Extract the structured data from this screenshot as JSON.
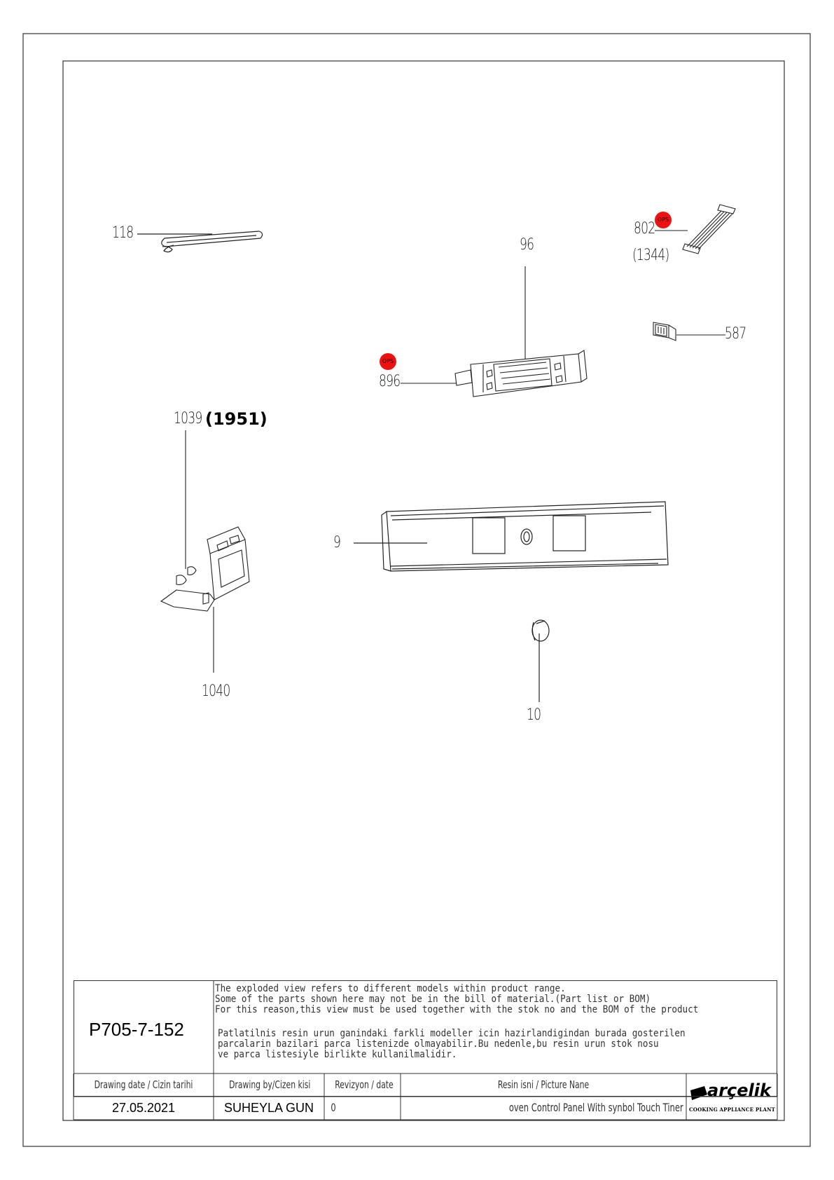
{
  "callouts": {
    "c118": "118",
    "c802": "802",
    "c1344": "(1344)",
    "c96": "96",
    "c587": "587",
    "c896": "896",
    "c1039": "1039",
    "c1951": "(1951)",
    "c9": "9",
    "c1040": "1040",
    "c10": "10"
  },
  "ops_badge": "OPS",
  "title_block": {
    "doc_number": "P705-7-152",
    "notes_en": [
      "The exploded view refers to different models within product range.",
      "Some of the parts shown here may not be in the bill of material.(Part list or BOM)",
      "For this reason,this view must be used together with the stok no and the BOM of the product"
    ],
    "notes_tr": [
      "Patlatilnis resin urun ganindaki farkli modeller icin hazirlandigindan burada gosterilen",
      "parcalarin bazilari parca listenizde olmayabilir.Bu nedenle,bu resin urun stok nosu",
      "ve parca listesiyle birlikte kullanilmalidir."
    ],
    "headers": {
      "drawing_date": "Drawing date / Cizin tarihi",
      "drawing_by": "Drawing by/Cizen kisi",
      "revision": "Revizyon / date",
      "picture_name": "Resin isni / Picture Nane"
    },
    "values": {
      "drawing_date": "27.05.2021",
      "drawing_by": "SUHEYLA GUN",
      "revision": "0",
      "picture_name": "oven Control Panel With synbol Touch Tiner"
    },
    "logo": {
      "brand": "arçelik",
      "subtitle": "COOKING APPLIANCE PLANT"
    }
  },
  "colors": {
    "ops": "#e01010",
    "line": "#333333"
  }
}
